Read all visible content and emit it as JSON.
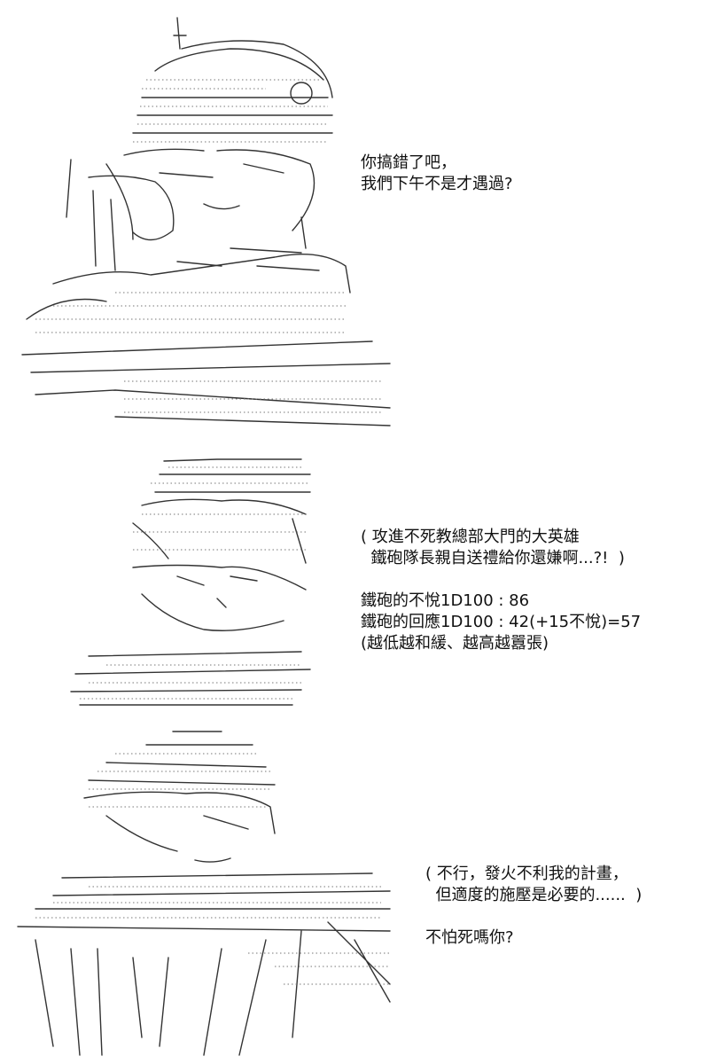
{
  "panels": [
    {
      "art_name": "ascii-art-figure-hand-on-face",
      "lines": [
        "你搞錯了吧，",
        "我們下午不是才遇過?"
      ]
    },
    {
      "art_name": "ascii-art-figure-bowing",
      "lines": [
        "( 攻進不死教總部大門的大英雄",
        "  鐵砲隊長親自送禮給你還嫌啊...?!  )",
        "",
        "鐵砲的不悅1D100 : 86",
        "鐵砲的回應1D100 : 42(+15不悅)=57",
        "(越低越和緩、越高越囂張)"
      ]
    },
    {
      "art_name": "ascii-art-figure-sitting",
      "lines": [
        "( 不行，發火不利我的計畫，",
        "  但適度的施壓是必要的......  )",
        "",
        "不怕死嗎你?"
      ]
    }
  ]
}
